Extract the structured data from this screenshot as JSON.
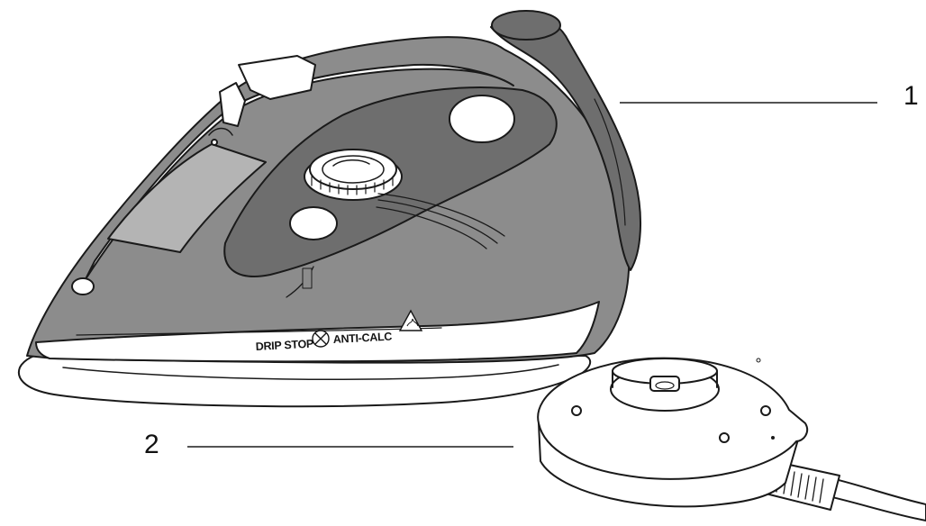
{
  "callouts": [
    {
      "number": "1"
    },
    {
      "number": "2"
    }
  ],
  "iron_markings": {
    "left_text": "DRIP STOP",
    "right_text": "ANTI-CALC"
  },
  "colors": {
    "body_gray": "#8c8c8c",
    "dark_gray": "#6e6e6e",
    "light_gray": "#b4b4b4",
    "outline": "#1a1a1a",
    "background": "#ffffff"
  }
}
